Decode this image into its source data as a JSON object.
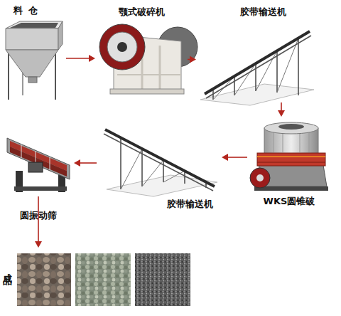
{
  "diagram": {
    "nodes": [
      {
        "text": [
          "料仓"
        ]
      },
      {
        "text": [
          "颚式破碎机"
        ]
      },
      {
        "text": [
          "胶带输送机"
        ]
      },
      {
        "text": [
          "WKS圆锥破"
        ]
      },
      {
        "text": [
          "胶带输送机"
        ]
      },
      {
        "text": [
          "圆振动筛"
        ]
      },
      {
        "text": [
          "成品"
        ]
      }
    ],
    "edges": [
      {
        "from": 0,
        "to": 1,
        "arrow": "to"
      },
      {
        "from": 1,
        "to": 2,
        "arrow": "to"
      },
      {
        "from": 2,
        "to": 3,
        "arrow": "to"
      },
      {
        "from": 3,
        "to": 4,
        "arrow": "to"
      },
      {
        "from": 4,
        "to": 5,
        "arrow": "to"
      },
      {
        "from": 5,
        "to": 6,
        "arrow": "to"
      }
    ]
  }
}
